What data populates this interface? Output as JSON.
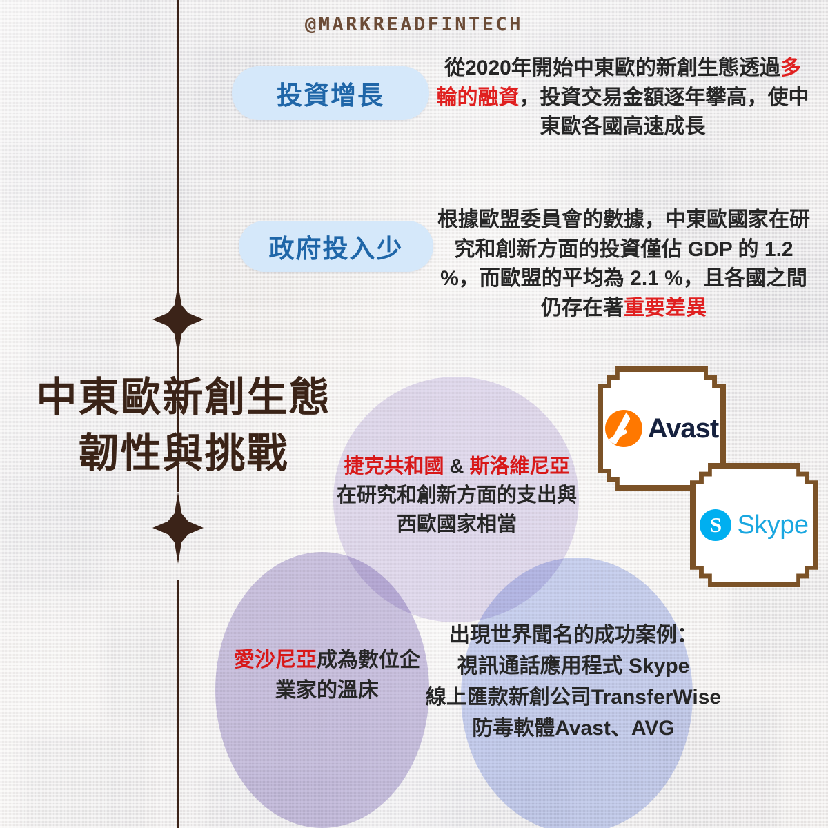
{
  "handle": "@MARKREADFINTECH",
  "main_title": {
    "line1": "中東歐新創生態",
    "line2": "韌性與挑戰"
  },
  "colors": {
    "background": "#f8f4f1",
    "brand_brown": "#3a2317",
    "handle_brown": "#6b4b36",
    "pill_bg": "#d5e8fa",
    "pill_text": "#1f66a8",
    "highlight_red": "#e02020",
    "circle_top": "#e5dff3",
    "circle_left": "#cfc7e6",
    "circle_right": "#cdd6f6",
    "card_border": "#7b5227",
    "avast_orange": "#ff7800",
    "avast_navy": "#16213e",
    "skype_blue": "#00aff0"
  },
  "sections": [
    {
      "pill": "投資增長",
      "body": {
        "part1": "從2020年開始中東歐的新創生態透過",
        "highlight": "多輪的融資",
        "part2": "，投資交易金額逐年攀高，使中東歐各國高速成長"
      }
    },
    {
      "pill": "政府投入少",
      "body": {
        "part1": "根據歐盟委員會的數據，中東歐國家在研究和創新方面的投資僅佔 GDP 的 1.2 %，而歐盟的平均為 2.1 %，且各國之間仍存在著",
        "highlight": "重要差異",
        "part2": ""
      }
    }
  ],
  "circles": {
    "top": {
      "hl1": "捷克共和國",
      "mid": " & ",
      "hl2": "斯洛維尼亞",
      "rest": "在研究和創新方面的支出與西歐國家相當"
    },
    "left": {
      "hl": "愛沙尼亞",
      "rest": "成為數位企業家的溫床"
    },
    "right": {
      "line1": "出現世界聞名的成功案例：",
      "line2": "視訊通話應用程式 Skype",
      "line3": "線上匯款新創公司TransferWise",
      "line4": "防毒軟體Avast、AVG"
    }
  },
  "logo_cards": [
    {
      "name": "Avast",
      "mark": "avast-logo-icon",
      "word": "Avast"
    },
    {
      "name": "Skype",
      "mark": "skype-logo-icon",
      "word": "Skype",
      "glyph": "S"
    }
  ],
  "stats": {
    "cee_rd_gdp_pct": "1.2 %",
    "eu_avg_rd_gdp_pct": "2.1 %",
    "start_year": "2020"
  }
}
